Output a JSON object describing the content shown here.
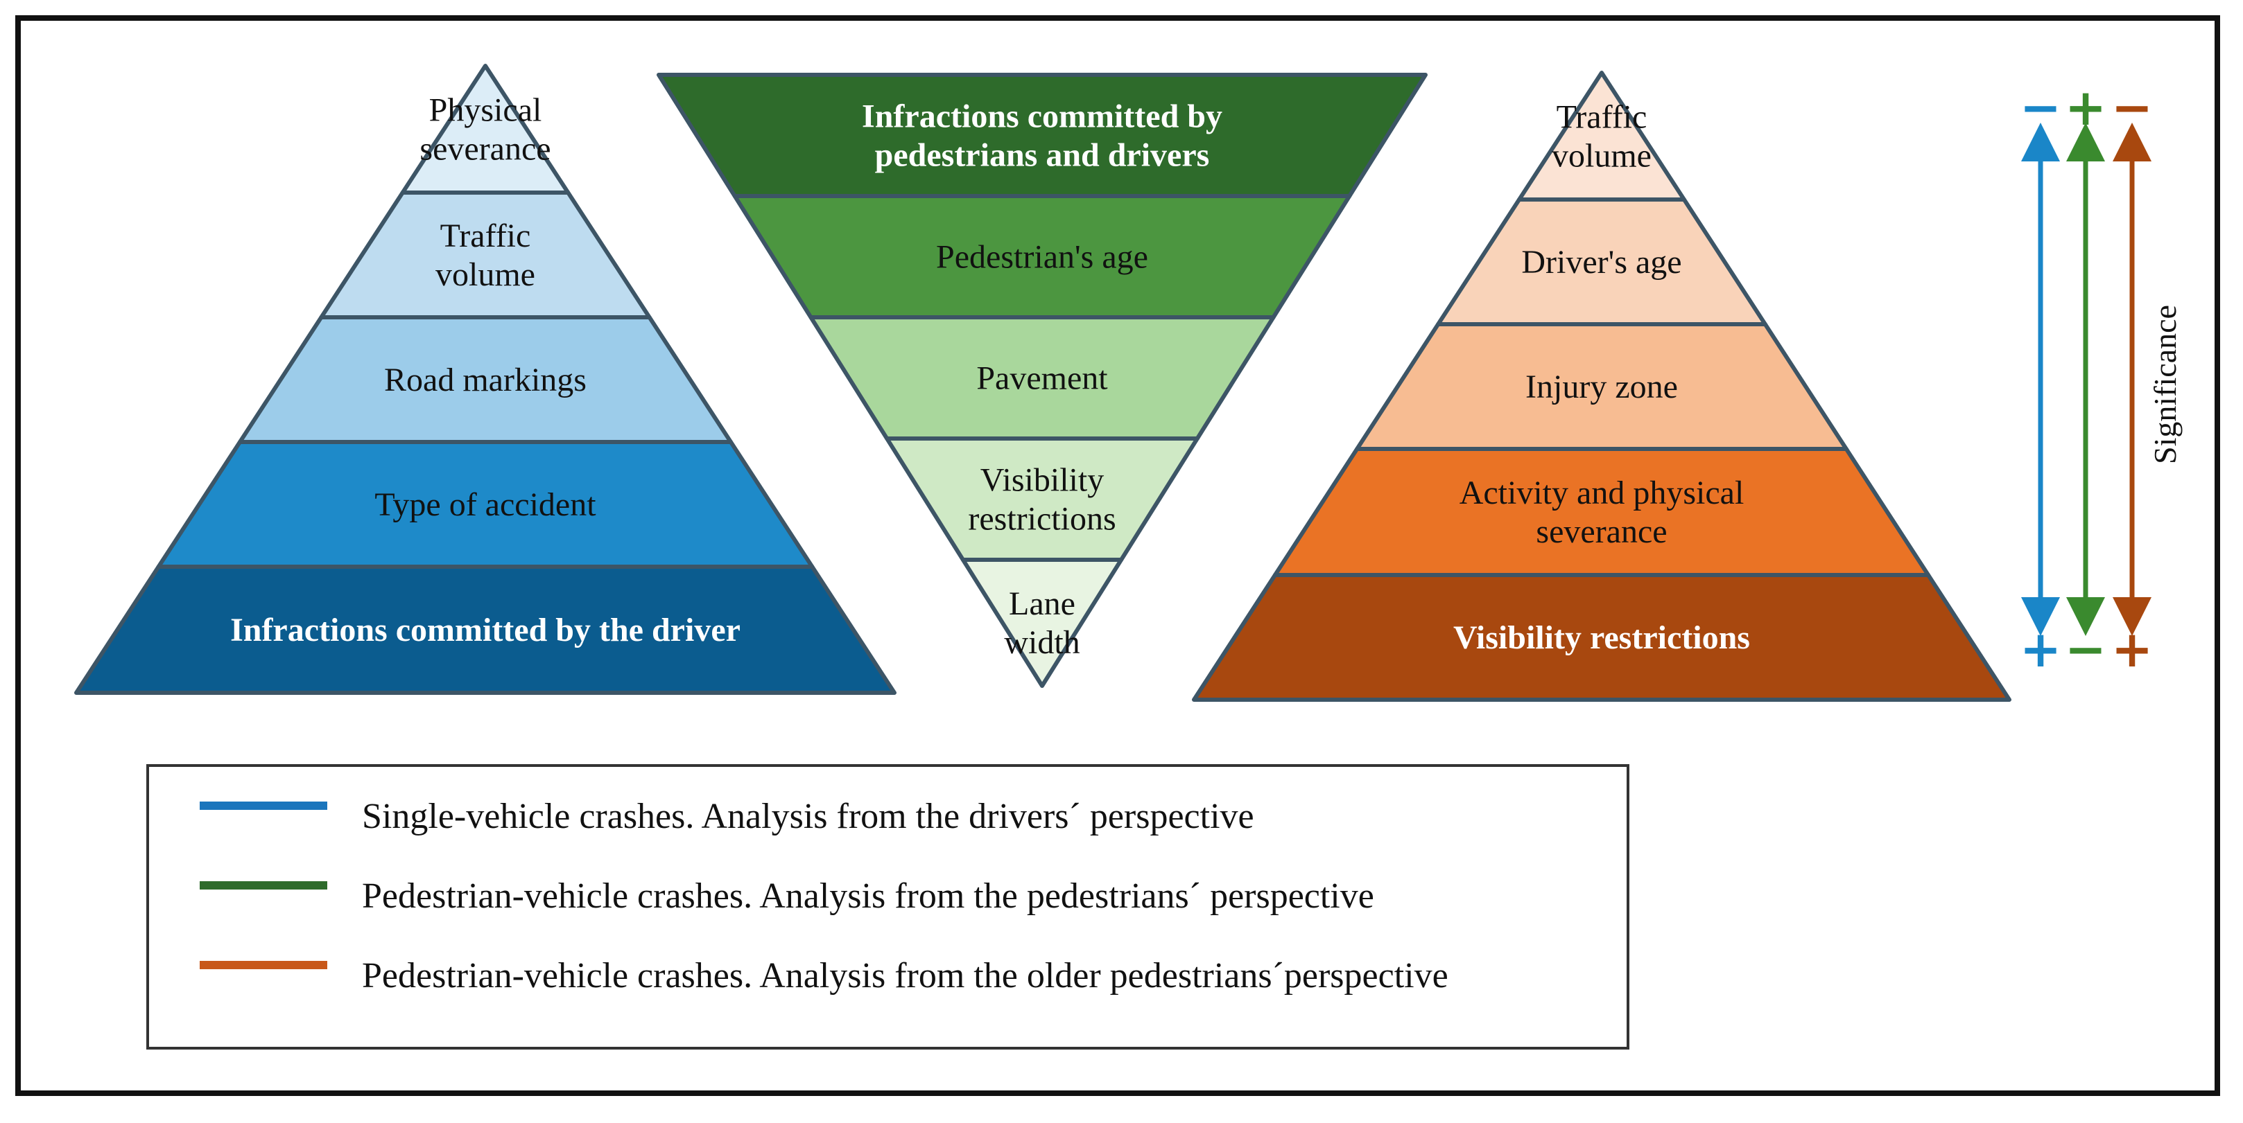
{
  "pyramids": [
    {
      "id": "single-vehicle",
      "orientation": "up",
      "layers": [
        {
          "lines": [
            "Physical",
            "severance"
          ],
          "fill": "#dcedf7",
          "text": "#111111"
        },
        {
          "lines": [
            "Traffic",
            "volume"
          ],
          "fill": "#bedcf0",
          "text": "#111111"
        },
        {
          "lines": [
            "Road markings"
          ],
          "fill": "#9cccea",
          "text": "#111111"
        },
        {
          "lines": [
            "Type of accident"
          ],
          "fill": "#1e8ac9",
          "text": "#111111"
        },
        {
          "lines": [
            "Infractions committed by the driver"
          ],
          "fill": "#0b5c8f",
          "text": "#ffffff"
        }
      ]
    },
    {
      "id": "pedestrian-vehicle",
      "orientation": "down",
      "layers": [
        {
          "lines": [
            "Infractions committed by",
            "pedestrians and drivers"
          ],
          "fill": "#2e6b2b",
          "text": "#ffffff"
        },
        {
          "lines": [
            "Pedestrian's age"
          ],
          "fill": "#4c9640",
          "text": "#111111"
        },
        {
          "lines": [
            "Pavement"
          ],
          "fill": "#a9d79c",
          "text": "#111111"
        },
        {
          "lines": [
            "Visibility",
            "restrictions"
          ],
          "fill": "#cfe9c5",
          "text": "#111111"
        },
        {
          "lines": [
            "Lane",
            "width"
          ],
          "fill": "#e8f4e2",
          "text": "#111111"
        }
      ]
    },
    {
      "id": "older-pedestrians",
      "orientation": "up",
      "layers": [
        {
          "lines": [
            "Traffic",
            "volume"
          ],
          "fill": "#fbe3d4",
          "text": "#111111"
        },
        {
          "lines": [
            "Driver's age"
          ],
          "fill": "#f9d3b9",
          "text": "#111111"
        },
        {
          "lines": [
            "Injury zone"
          ],
          "fill": "#f7bc92",
          "text": "#111111"
        },
        {
          "lines": [
            "Activity and physical",
            "severance"
          ],
          "fill": "#ea7325",
          "text": "#111111"
        },
        {
          "lines": [
            "Visibility restrictions"
          ],
          "fill": "#a8480f",
          "text": "#ffffff"
        }
      ]
    }
  ],
  "significance": {
    "label": "Significance",
    "arrows": [
      {
        "color": "#1a86c8",
        "top_symbol": "−",
        "bottom_symbol": "+"
      },
      {
        "color": "#3a8a2e",
        "top_symbol": "+",
        "bottom_symbol": "−"
      },
      {
        "color": "#a8480f",
        "top_symbol": "−",
        "bottom_symbol": "+"
      }
    ]
  },
  "legend": [
    {
      "color": "#1a75bc",
      "text": "Single-vehicle crashes. Analysis from the drivers´ perspective"
    },
    {
      "color": "#2e6b2b",
      "text": "Pedestrian-vehicle crashes. Analysis from the pedestrians´ perspective"
    },
    {
      "color": "#c8581a",
      "text": "Pedestrian-vehicle crashes. Analysis from the older pedestrians´perspective"
    }
  ]
}
